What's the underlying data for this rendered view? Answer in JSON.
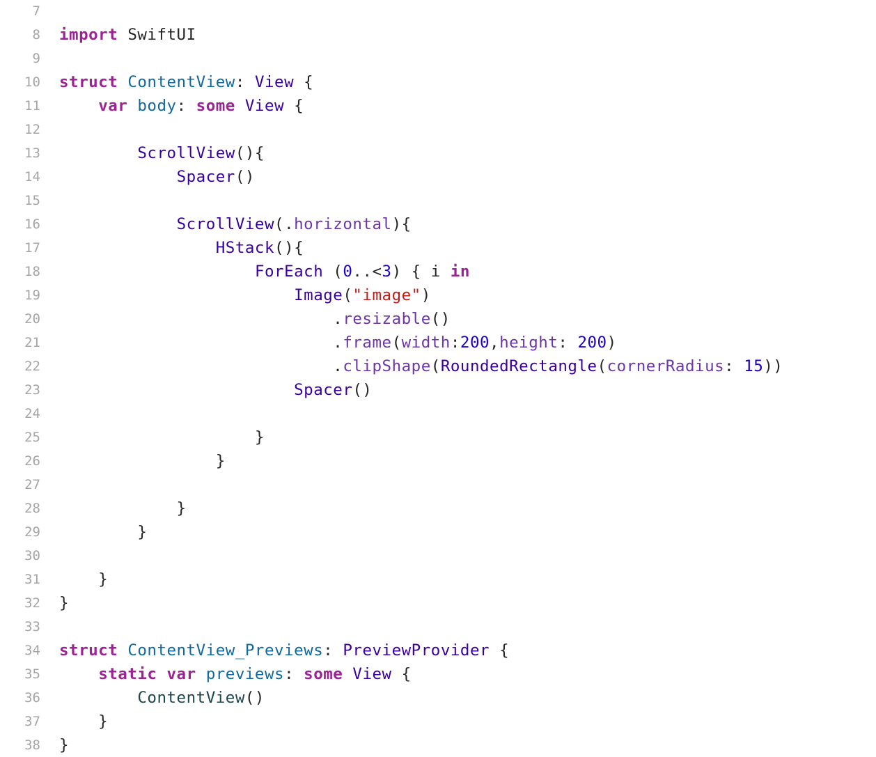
{
  "editor": {
    "line_numbers": [
      "7",
      "8",
      "9",
      "10",
      "11",
      "12",
      "13",
      "14",
      "15",
      "16",
      "17",
      "18",
      "19",
      "20",
      "21",
      "22",
      "23",
      "24",
      "25",
      "26",
      "27",
      "28",
      "29",
      "30",
      "31",
      "32",
      "33",
      "34",
      "35",
      "36",
      "37",
      "38"
    ],
    "lines": [
      [],
      [
        {
          "t": "import",
          "c": "kw"
        },
        {
          "t": " SwiftUI",
          "c": "plain"
        }
      ],
      [],
      [
        {
          "t": "struct",
          "c": "kw"
        },
        {
          "t": " ",
          "c": "plain"
        },
        {
          "t": "ContentView",
          "c": "decl"
        },
        {
          "t": ": ",
          "c": "plain"
        },
        {
          "t": "View",
          "c": "type"
        },
        {
          "t": " {",
          "c": "plain"
        }
      ],
      [
        {
          "t": "    ",
          "c": "plain"
        },
        {
          "t": "var",
          "c": "kw"
        },
        {
          "t": " ",
          "c": "plain"
        },
        {
          "t": "body",
          "c": "decl"
        },
        {
          "t": ": ",
          "c": "plain"
        },
        {
          "t": "some",
          "c": "kw"
        },
        {
          "t": " ",
          "c": "plain"
        },
        {
          "t": "View",
          "c": "type"
        },
        {
          "t": " {",
          "c": "plain"
        }
      ],
      [],
      [
        {
          "t": "        ",
          "c": "plain"
        },
        {
          "t": "ScrollView",
          "c": "type"
        },
        {
          "t": "(){",
          "c": "plain"
        }
      ],
      [
        {
          "t": "            ",
          "c": "plain"
        },
        {
          "t": "Spacer",
          "c": "type"
        },
        {
          "t": "()",
          "c": "plain"
        }
      ],
      [],
      [
        {
          "t": "            ",
          "c": "plain"
        },
        {
          "t": "ScrollView",
          "c": "type"
        },
        {
          "t": "(.",
          "c": "plain"
        },
        {
          "t": "horizontal",
          "c": "member"
        },
        {
          "t": "){",
          "c": "plain"
        }
      ],
      [
        {
          "t": "                ",
          "c": "plain"
        },
        {
          "t": "HStack",
          "c": "type"
        },
        {
          "t": "(){",
          "c": "plain"
        }
      ],
      [
        {
          "t": "                    ",
          "c": "plain"
        },
        {
          "t": "ForEach",
          "c": "type"
        },
        {
          "t": " (",
          "c": "plain"
        },
        {
          "t": "0",
          "c": "num"
        },
        {
          "t": "..<",
          "c": "plain"
        },
        {
          "t": "3",
          "c": "num"
        },
        {
          "t": ") { i ",
          "c": "plain"
        },
        {
          "t": "in",
          "c": "kw"
        }
      ],
      [
        {
          "t": "                        ",
          "c": "plain"
        },
        {
          "t": "Image",
          "c": "type"
        },
        {
          "t": "(",
          "c": "plain"
        },
        {
          "t": "\"image\"",
          "c": "str"
        },
        {
          "t": ")",
          "c": "plain"
        }
      ],
      [
        {
          "t": "                            .",
          "c": "plain"
        },
        {
          "t": "resizable",
          "c": "member"
        },
        {
          "t": "()",
          "c": "plain"
        }
      ],
      [
        {
          "t": "                            .",
          "c": "plain"
        },
        {
          "t": "frame",
          "c": "member"
        },
        {
          "t": "(",
          "c": "plain"
        },
        {
          "t": "width",
          "c": "member"
        },
        {
          "t": ":",
          "c": "plain"
        },
        {
          "t": "200",
          "c": "num"
        },
        {
          "t": ",",
          "c": "plain"
        },
        {
          "t": "height",
          "c": "member"
        },
        {
          "t": ": ",
          "c": "plain"
        },
        {
          "t": "200",
          "c": "num"
        },
        {
          "t": ")",
          "c": "plain"
        }
      ],
      [
        {
          "t": "                            .",
          "c": "plain"
        },
        {
          "t": "clipShape",
          "c": "member"
        },
        {
          "t": "(",
          "c": "plain"
        },
        {
          "t": "RoundedRectangle",
          "c": "type"
        },
        {
          "t": "(",
          "c": "plain"
        },
        {
          "t": "cornerRadius",
          "c": "member"
        },
        {
          "t": ": ",
          "c": "plain"
        },
        {
          "t": "15",
          "c": "num"
        },
        {
          "t": "))",
          "c": "plain"
        }
      ],
      [
        {
          "t": "                        ",
          "c": "plain"
        },
        {
          "t": "Spacer",
          "c": "type"
        },
        {
          "t": "()",
          "c": "plain"
        }
      ],
      [],
      [
        {
          "t": "                    }",
          "c": "plain"
        }
      ],
      [
        {
          "t": "                }",
          "c": "plain"
        }
      ],
      [],
      [
        {
          "t": "            }",
          "c": "plain"
        }
      ],
      [
        {
          "t": "        }",
          "c": "plain"
        }
      ],
      [],
      [
        {
          "t": "    }",
          "c": "plain"
        }
      ],
      [
        {
          "t": "}",
          "c": "plain"
        }
      ],
      [],
      [
        {
          "t": "struct",
          "c": "kw"
        },
        {
          "t": " ",
          "c": "plain"
        },
        {
          "t": "ContentView_Previews",
          "c": "decl"
        },
        {
          "t": ": ",
          "c": "plain"
        },
        {
          "t": "PreviewProvider",
          "c": "type"
        },
        {
          "t": " {",
          "c": "plain"
        }
      ],
      [
        {
          "t": "    ",
          "c": "plain"
        },
        {
          "t": "static",
          "c": "kw"
        },
        {
          "t": " ",
          "c": "plain"
        },
        {
          "t": "var",
          "c": "kw"
        },
        {
          "t": " ",
          "c": "plain"
        },
        {
          "t": "previews",
          "c": "decl"
        },
        {
          "t": ": ",
          "c": "plain"
        },
        {
          "t": "some",
          "c": "kw"
        },
        {
          "t": " ",
          "c": "plain"
        },
        {
          "t": "View",
          "c": "type"
        },
        {
          "t": " {",
          "c": "plain"
        }
      ],
      [
        {
          "t": "        ",
          "c": "plain"
        },
        {
          "t": "ContentView",
          "c": "proj"
        },
        {
          "t": "()",
          "c": "plain"
        }
      ],
      [
        {
          "t": "    }",
          "c": "plain"
        }
      ],
      [
        {
          "t": "}",
          "c": "plain"
        }
      ]
    ]
  }
}
